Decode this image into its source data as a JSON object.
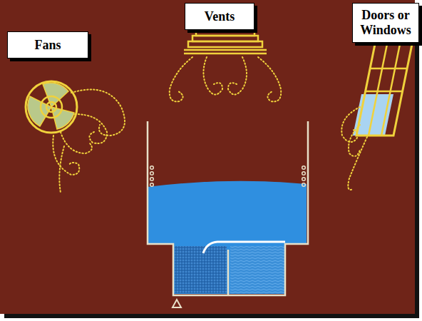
{
  "diagram": {
    "nodes": [
      {
        "text": [
          "Fans"
        ]
      },
      {
        "text": [
          "Vents"
        ]
      },
      {
        "text": [
          "Doors or Windows"
        ]
      }
    ]
  }
}
